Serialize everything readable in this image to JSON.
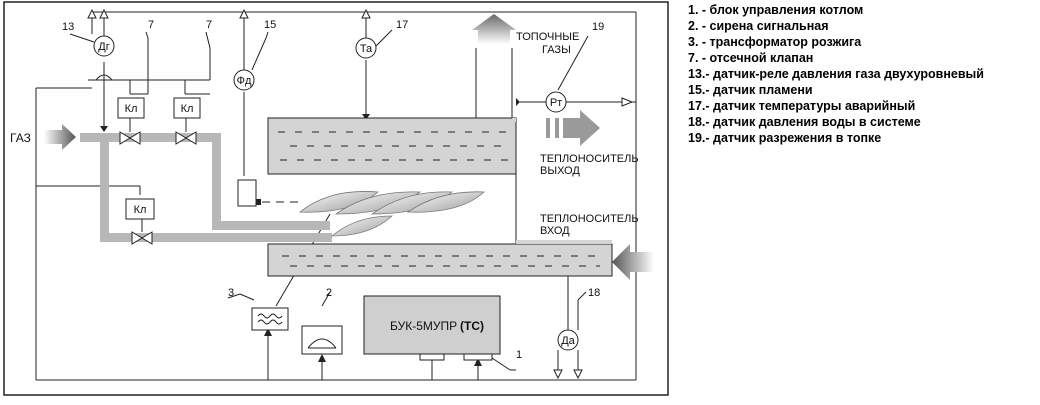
{
  "labels": {
    "gas": "ГАЗ",
    "flue_gases_1": "ТОПОЧНЫЕ",
    "flue_gases_2": "ГАЗЫ",
    "coolant_out_1": "ТЕПЛОНОСИТЕЛЬ",
    "coolant_out_2": "ВЫХОД",
    "coolant_in_1": "ТЕПЛОНОСИТЕЛЬ",
    "coolant_in_2": "ВХОД",
    "controller_name": "БУК-5МУПР",
    "controller_mode": "(ТС)"
  },
  "sensors": {
    "pressure_gas": "Дг",
    "flame": "Фд",
    "temperature": "Та",
    "rarefaction": "Рт",
    "water_pressure": "Да",
    "valve": "Кл"
  },
  "numbers": {
    "n1": "1",
    "n2": "2",
    "n3": "3",
    "n7a": "7",
    "n7b": "7",
    "n13": "13",
    "n15": "15",
    "n17": "17",
    "n18": "18",
    "n19": "19"
  },
  "legend": [
    "1. - блок управления котлом",
    "2. - сирена сигнальная",
    "3. - трансформатор розжига",
    "7. - отсечной клапан",
    "13.- датчик-реле давления газа двухуровневый",
    "15.- датчик пламени",
    "17.- датчик температуры аварийный",
    "18.- датчик давления воды в системе",
    "19.- датчик разрежения в топке"
  ],
  "colors": {
    "pipe": "#b7b7b7",
    "vessel": "#d4d4d4",
    "line": "#222222",
    "arrow": "#9a9a9a",
    "controller": "#cfcfcf"
  }
}
